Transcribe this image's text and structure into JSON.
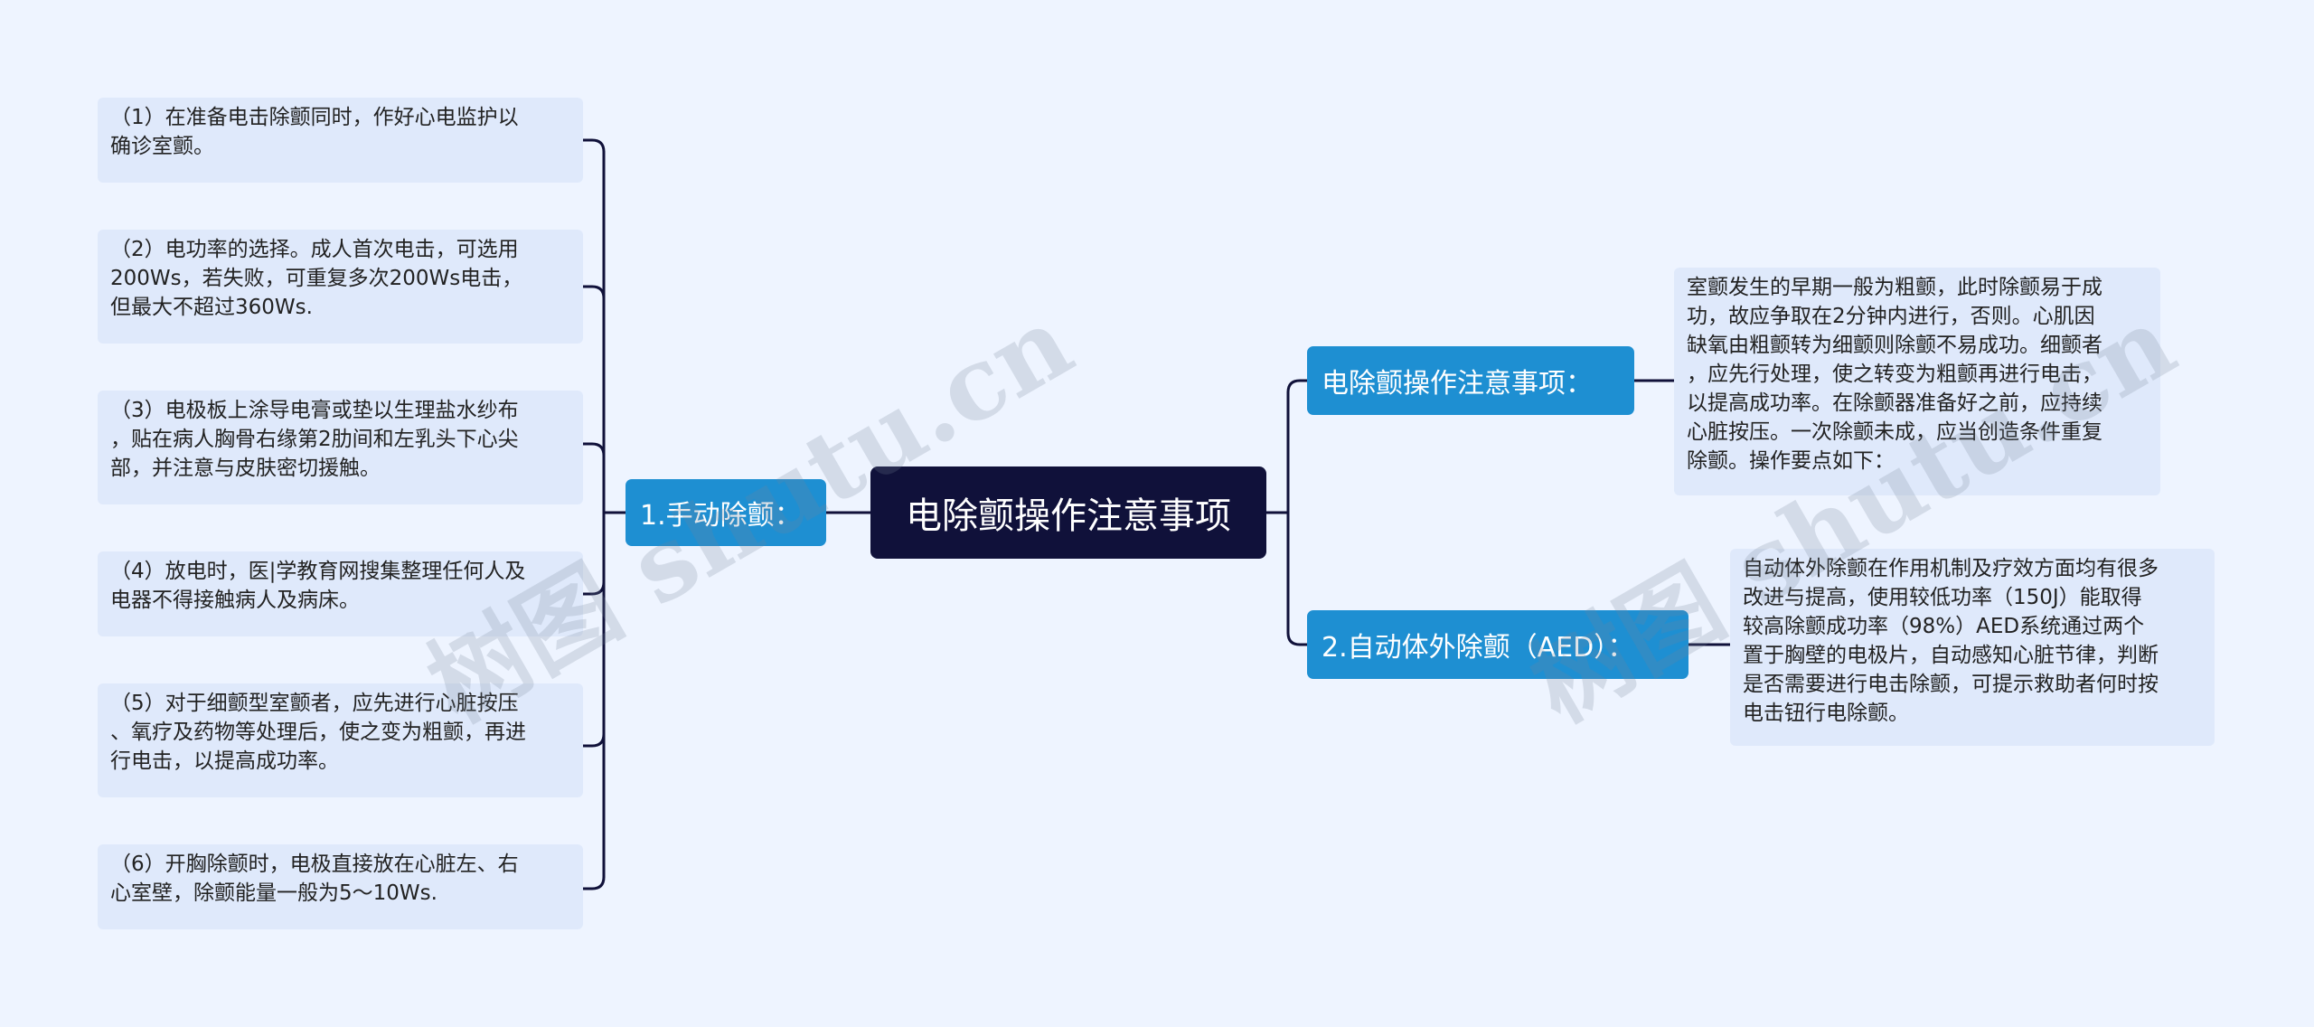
{
  "root": {
    "title": "电除颤操作注意事项"
  },
  "left": {
    "branch_label": "1.手动除颤：",
    "items": [
      "（1）在准备电击除颤同时，作好心电监护以\n确诊室颤。",
      "（2）电功率的选择。成人首次电击，可选用\n200Ws，若失败，可重复多次200Ws电击，\n但最大不超过360Ws.",
      "（3）电极板上涂导电膏或垫以生理盐水纱布\n，贴在病人胸骨右缘第2肋间和左乳头下心尖\n部，并注意与皮肤密切援触。",
      "（4）放电时，医|学教育网搜集整理任何人及\n电器不得接触病人及病床。",
      "（5）对于细颤型室颤者，应先进行心脏按压\n、氧疗及药物等处理后，使之变为粗颤，再进\n行电击，以提高成功率。",
      "（6）开胸除颤时，电极直接放在心脏左、右\n心室壁，除颤能量一般为5～10Ws."
    ]
  },
  "right": {
    "branches": [
      {
        "label": "电除颤操作注意事项：",
        "text": "室颤发生的早期一般为粗颤，此时除颤易于成\n功，故应争取在2分钟内进行，否则。心肌因\n缺氧由粗颤转为细颤则除颤不易成功。细颤者\n，应先行处理，使之转变为粗颤再进行电击，\n以提高成功率。在除颤器准备好之前，应持续\n心脏按压。一次除颤未成，应当创造条件重复\n除颤。操作要点如下："
      },
      {
        "label": "2.自动体外除颤（AED）：",
        "text": "自动体外除颤在作用机制及疗效方面均有很多\n改进与提高，使用较低功率（150J）能取得\n较高除颤成功率（98%）AED系统通过两个\n置于胸壁的电极片，自动感知心脏节律，判断\n是否需要进行电击除颤，可提示救助者何时按\n电击钮行电除颤。"
      }
    ]
  },
  "watermarks": [
    "树图 shutu.cn",
    "树图 shutu.cn"
  ],
  "colors": {
    "background": "#eef4ff",
    "root": "#10113a",
    "branch": "#1e8fd2",
    "leaf": "#dfe9fb",
    "connector": "#10113a"
  }
}
